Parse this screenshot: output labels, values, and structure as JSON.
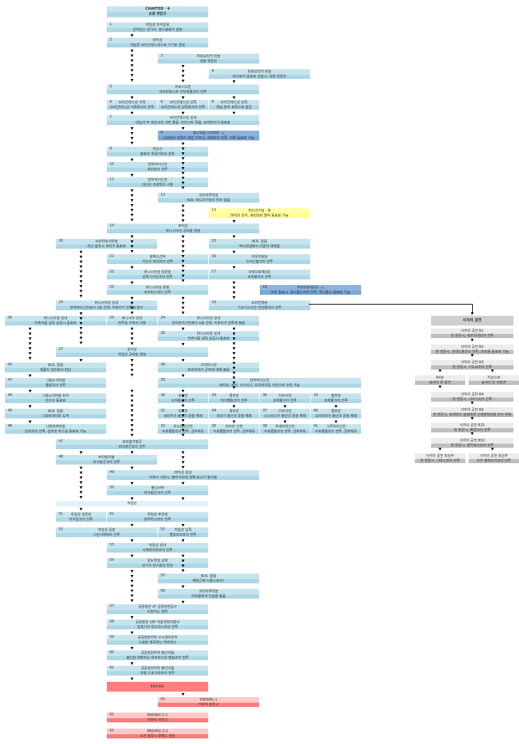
{
  "chapter": {
    "title": "CHAPTER · 4",
    "subtitle": "손을 맞잡고"
  },
  "nodes": {
    "n1": {
      "num": "1",
      "t1": "하일성 지하감옥",
      "t2": "갇혀있는 성기사, 판스롤랑의 설정"
    },
    "n2": {
      "num": "2",
      "t1": "피닥성",
      "t2": "데닐론 브리간테스성으로 가기로 결심"
    },
    "n3": {
      "num": "3",
      "t1": "마르모리카 마을",
      "t2": "워정 방문안"
    },
    "n4": {
      "num": "4",
      "t1": "마르모리카 마을",
      "t2": "마녀보카 동료로 있을시, 워정 방문안"
    },
    "n5": {
      "num": "5",
      "t1": "마르나고원",
      "t2": "바르비토스와 전당병들과의 전투"
    },
    "n6a": {
      "num": "6",
      "t1": "브리간테스성 서쪽",
      "t2": "브리간테스성 서쪽에서의 전투"
    },
    "n6b": {
      "num": "6",
      "t1": "브리간테스성 남쪽",
      "t2": "브리간테스성 남쪽에서의 전투"
    },
    "n6c": {
      "num": "6",
      "t1": "브리간테스성 남쪽",
      "t2": "데닐 혼자 북쪽으로 잠입"
    },
    "n7": {
      "num": "7",
      "t1": "브리간테스성 성내",
      "t2": "데닐의 부 프린시피 사망 몰골, 프린시피 죽음, 모리바이가 동료로"
    },
    "n8": {
      "num": "8",
      "t1": "항구마을그리마테 - L",
      "t2": "고원에서 저렇이 게인 가부시, 겨렇마의 전투, 겨렇 동료로 가능"
    },
    "n9": {
      "num": "9",
      "t1": "하운산",
      "t2": "황혹의 루못키와의 전투"
    },
    "n10": {
      "num": "10",
      "t1": "반하무이신전",
      "t2": "세리와의 전투"
    },
    "n11": {
      "num": "11",
      "t1": "반하무이신전",
      "t2": "대신관 프론테의 구출"
    },
    "n12": {
      "num": "12",
      "t1": "코리저루마을",
      "t2": "W.R. 파드리가와의 허처 알음"
    },
    "n13": {
      "num": "13",
      "t1": "파드리가링 - N",
      "t2": "혀처과 조우, 세리와와 열적 동료로 가능"
    },
    "n14": {
      "num": "14",
      "t1": "피닥성",
      "t2": "바니시아성 공략을 결정"
    },
    "n15": {
      "num": "15",
      "t1": "W.R. 알음",
      "t2": "엑시타넬에서 의문의 대화함"
    },
    "n16": {
      "num": "16",
      "t1": "마유라링링",
      "t2": "드라곤블과의 전투"
    },
    "n17": {
      "num": "17",
      "t1": "쿠르므로제(대)",
      "t2": "포획블과의 전투"
    },
    "n18": {
      "num": "18",
      "t1": "쿠르므로제(대) - L",
      "t2": "주관 동료시, 목시종스와의 전투, 목시종스 동료로 가능"
    },
    "n19": {
      "num": "19",
      "t1": "브리전행림",
      "t2": "기르기스칸은 전당병과의 전투"
    },
    "n20": {
      "num": "20",
      "t1": "브르마토사마을",
      "t2": "조건 충족시 세리가 동료로"
    },
    "n21": {
      "num": "21",
      "t1": "광벡스선덕",
      "t2": "거인의 파괴와의 전투"
    },
    "n22": {
      "num": "22",
      "t1": "바니시아성 성문앞",
      "t2": "암흑기사단과의 전투"
    },
    "n23": {
      "num": "23",
      "t1": "바니시아성 중정",
      "t2": "바르바스와의 전투"
    },
    "n24a": {
      "num": "24",
      "t1": "바니시아성 성내",
      "t2": "반하무이신전에서 1를 선택, 카츄아가 전투에 참가"
    },
    "n24b": {
      "num": "24",
      "t1": "바니시아성 성내",
      "t2": "반하무이신전에서 2를 선택, 카츄아가 전투에 불참"
    },
    "n25": {
      "num": "25",
      "t1": "바니시아 성내",
      "t2": "전투를 카츄아 사망"
    },
    "n26a": {
      "num": "26",
      "t1": "바니시아성 성내",
      "t2": "카츄아를 설득 성공시 동료로"
    },
    "n26b": {
      "num": "26",
      "t1": "바니시아성 성내",
      "t2": "카츄아를 설득 성공시 동료로"
    },
    "n27": {
      "num": "27",
      "t1": "피닥성",
      "t2": "하일성 공략을 결정"
    },
    "n28": {
      "num": "28",
      "t1": "코리타니성",
      "t2": "포르바게가 군주에 대해 불음"
    },
    "n29": {
      "num": "29",
      "t1": "반하무이신전",
      "t2": "세리와, 세리, 시스티나, 모리비야를 사반으로 전직 가능"
    },
    "n30": {
      "num": "30",
      "t1": "보드앙",
      "t2": "도적들과의 전투"
    },
    "n31": {
      "num": "31",
      "t1": "보드앙",
      "t2": "세리카가 봉인의 문을 해제"
    },
    "n32": {
      "num": "32",
      "t1": "조소실의신전",
      "t2": "수호룡들과의 전투, 금주획득"
    },
    "n33": {
      "num": "33",
      "t1": "경프앙",
      "t2": "하이멜들과의 전투"
    },
    "n34": {
      "num": "34",
      "t1": "경프앙",
      "t2": "세리가 봉인의 문을 해제"
    },
    "n35": {
      "num": "35",
      "t1": "바사와 신전",
      "t2": "수호룡들과의 전투, 금주획득"
    },
    "n36": {
      "num": "36",
      "t1": "다르사앙",
      "t2": "포획물과의 전투"
    },
    "n37": {
      "num": "37",
      "t1": "다르사앙",
      "t2": "시스티나가 봉인의 문을 해제"
    },
    "n38": {
      "num": "38",
      "t1": "하네타와신전",
      "t2": "수호룡들과의 전투, 금주획득"
    },
    "n39": {
      "num": "39",
      "t1": "켈프앙",
      "t2": "포획물과의 전투"
    },
    "n40": {
      "num": "40",
      "t1": "켈프앙",
      "t2": "모리비야가 봉인의 문을 해제"
    },
    "n41": {
      "num": "41",
      "t1": "그루자의신전",
      "t2": "수호룡들과의 전투, 금주획득"
    },
    "n42": {
      "num": "42",
      "t1": "W.R. 알음",
      "t2": "칭롱이 칭진표의 만남"
    },
    "n43": {
      "num": "43",
      "t1": "그림소서마을",
      "t2": "텔팀과의 전투"
    },
    "n44": {
      "num": "44",
      "t1": "그림소서마을 퍼기",
      "t2": "란츠아 동료로"
    },
    "n45": {
      "num": "45",
      "t1": "W.R. 알음",
      "t2": "니파트데이와 도적"
    },
    "n46": {
      "num": "46",
      "t1": "니파파하마을",
      "t2": "감프와의 전투, 감프와 마스를 동료로 가능"
    },
    "n47": {
      "num": "47",
      "t1": "포르홈카행국",
      "t2": "바크랑군과의 전투"
    },
    "n48": {
      "num": "48",
      "t1": "탁아링마을",
      "t2": "바크랑군과의 전투"
    },
    "n49": {
      "num": "49",
      "t1": "피닥성 성내",
      "t2": "카츄아 사망시, 블라사와에 대해 보고가 들어옴"
    },
    "n50": {
      "num": "50",
      "t1": "블다사탁",
      "t2": "바크랑군과의 전투"
    },
    "nHil": {
      "t1": "하일성"
    },
    "n51a": {
      "num": "51",
      "t1": "하일성 성문앞",
      "t2": "마우일과의 전투"
    },
    "n51b": {
      "num": "51",
      "t1": "하일성 후문앞",
      "t2": "청루라스와의 전투"
    },
    "n52a": {
      "num": "52",
      "t1": "하일성 중정",
      "t2": "그런디에와의 전투"
    },
    "n52b": {
      "num": "52",
      "t1": "하일성 남쪽",
      "t2": "벨프라오와의 전투"
    },
    "n53": {
      "num": "53",
      "t1": "하일성 성내",
      "t2": "사제마라하와의 전투"
    },
    "n54": {
      "num": "54",
      "t1": "왕도하임 교회",
      "t2": "성기사 판스롤과 만남"
    },
    "n55": {
      "num": "55",
      "t1": "W.R. 알음",
      "t2": "해방군에 이종스파이?"
    },
    "n56": {
      "num": "56",
      "t1": "코리저루마을",
      "t2": "하보렘에게 진실을 들음"
    },
    "n57": {
      "num": "57",
      "t1": "공중정원 1F 공중정원입구",
      "t2": "도망치는 알핀"
    },
    "n58": {
      "num": "58",
      "t1": "공중정원 18F 하늘과망의흡서",
      "t2": "암흑기사 란드라스와의 전투"
    },
    "n59": {
      "num": "59",
      "t1": "공중정원저하 구시대의유적",
      "t2": "드림을 획득하는 바르바스"
    },
    "n60": {
      "num": "60",
      "t1": "공중정원저하 봉인의돔",
      "t2": "봉인을 해제하는 바르바스와 델팀과의 전투"
    },
    "n61": {
      "num": "61",
      "t1": "공중정원저하 봉인의돔",
      "t2": "파발 드로가와와의 전투"
    },
    "ending": {
      "t1": "ENDING"
    },
    "n62": {
      "num": "62",
      "t1": "ENDING 1",
      "t2": "카츄아 발혼시"
    },
    "n62b": {
      "num": "62",
      "t1": "ENDING 2-1",
      "t2": "카츄아 사망시"
    },
    "n63": {
      "num": "63",
      "t1": "ENDING 2-2",
      "t2": "조건 충족시 칼펠드 엔딩"
    }
  },
  "side": {
    "title": "사자의 공전",
    "s1": {
      "t1": "사자의 공전 B1",
      "t2": "첫 방문시, 워프타데와의 전투"
    },
    "s2": {
      "t1": "사자의 공전 B2",
      "t2": "첫 방문시, 언데드들과의 전투, 라트람 동료로 가능"
    },
    "s3": {
      "t1": "사자의 공전 B3",
      "t2": "첫 방문시, 가도브와의 전투"
    },
    "s4a": {
      "t1": "B4로",
      "t2": "숨겨진 문 발견"
    },
    "s4b": {
      "t1": "지상으로",
      "t2": "숨겨진 문 미발견"
    },
    "s5": {
      "t1": "사자의 공전 B4",
      "t2": "첫 방문시, 나바스와의 전투"
    },
    "s6": {
      "t1": "사자의 공전 B6",
      "t2": "첫 방문시, 로데릭의 충령에게 신영영향검을 전수 받음"
    },
    "s7": {
      "t1": "사자의 공전 B25",
      "t2": "첫 방문시, 빠얼과의 전투"
    },
    "s8": {
      "t1": "사자의 공전 B50",
      "t2": "첫 방문시, 벨키로즈와의 전투"
    },
    "s9a": {
      "t1": "사자의 공전 최심부",
      "t2": "첫 방문시, 나바스와의 전투"
    },
    "s9b": {
      "t1": "사자의 공전 최심부",
      "t2": "리치 블랙모어와의 전투"
    }
  }
}
